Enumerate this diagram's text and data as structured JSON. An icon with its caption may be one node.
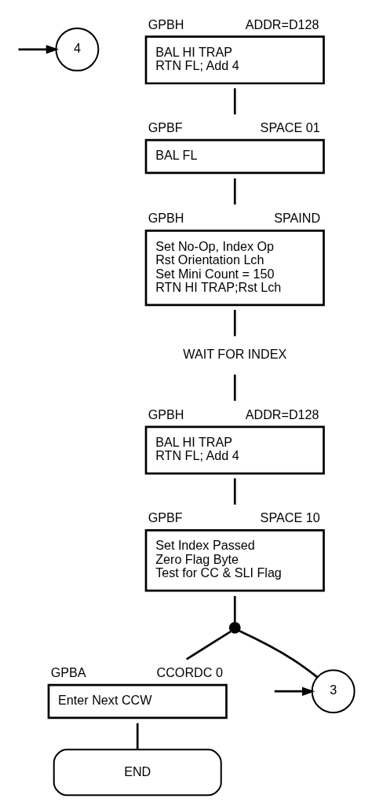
{
  "diagram": {
    "nodes": [
      {
        "text": [
          "4"
        ]
      },
      {
        "text": [
          "GPBH",
          "ADDR=D128",
          "BAL HI TRAP",
          "RTN FL; Add 4"
        ]
      },
      {
        "text": [
          "GPBF",
          "SPACE 01",
          "BAL FL"
        ]
      },
      {
        "text": [
          "GPBH",
          "SPAIND",
          "Set No-Op, Index Op",
          "Rst Orientation Lch",
          "Set Mini Count = 150",
          "RTN HI TRAP;Rst Lch"
        ]
      },
      {
        "text": [
          "WAIT FOR INDEX"
        ]
      },
      {
        "text": [
          "GPBH",
          "ADDR=D128",
          "BAL HI TRAP",
          "RTN FL; Add 4"
        ]
      },
      {
        "text": [
          "GPBF",
          "SPACE 10",
          "Set Index Passed",
          "Zero Flag Byte",
          "Test for CC & SLI Flag"
        ]
      },
      {
        "text": [],
        "shape": "circle"
      },
      {
        "text": [
          "GPBA",
          "CCORDC 0",
          "Enter Next CCW"
        ]
      },
      {
        "text": [
          "3"
        ]
      },
      {
        "text": [
          "END"
        ]
      }
    ],
    "edges": [
      {
        "from": null,
        "to": 0,
        "arrow": "to"
      },
      {
        "from": 1,
        "to": 2,
        "arrow": "none"
      },
      {
        "from": 2,
        "to": 3,
        "arrow": "none"
      },
      {
        "from": 3,
        "to": 4,
        "arrow": "none"
      },
      {
        "from": 4,
        "to": 5,
        "arrow": "none"
      },
      {
        "from": 5,
        "to": 6,
        "arrow": "none"
      },
      {
        "from": 6,
        "to": 7,
        "arrow": "none"
      },
      {
        "from": 7,
        "to": 8,
        "arrow": "none"
      },
      {
        "from": 7,
        "to": 9,
        "arrow": "none"
      },
      {
        "from": 8,
        "to": 10,
        "arrow": "none"
      },
      {
        "from": null,
        "to": 9,
        "arrow": "to"
      }
    ]
  }
}
